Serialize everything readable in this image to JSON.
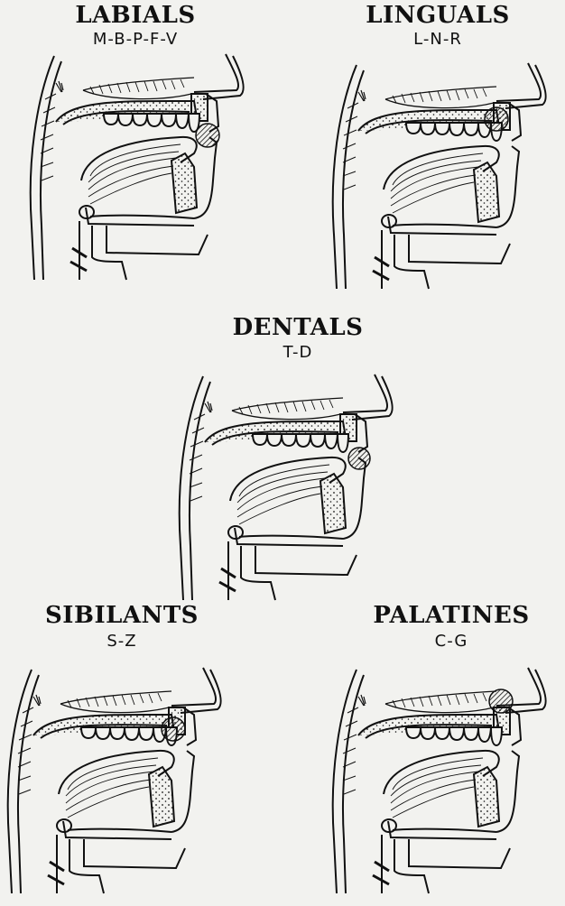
{
  "panels": [
    {
      "title": "LABIALS",
      "sounds": "M-B-P-F-V"
    },
    {
      "title": "LINGUALS",
      "sounds": "L-N-R"
    },
    {
      "title": "DENTALS",
      "sounds": "T-D"
    },
    {
      "title": "SIBILANTS",
      "sounds": "S-Z"
    },
    {
      "title": "PALATINES",
      "sounds": "C-G"
    }
  ]
}
